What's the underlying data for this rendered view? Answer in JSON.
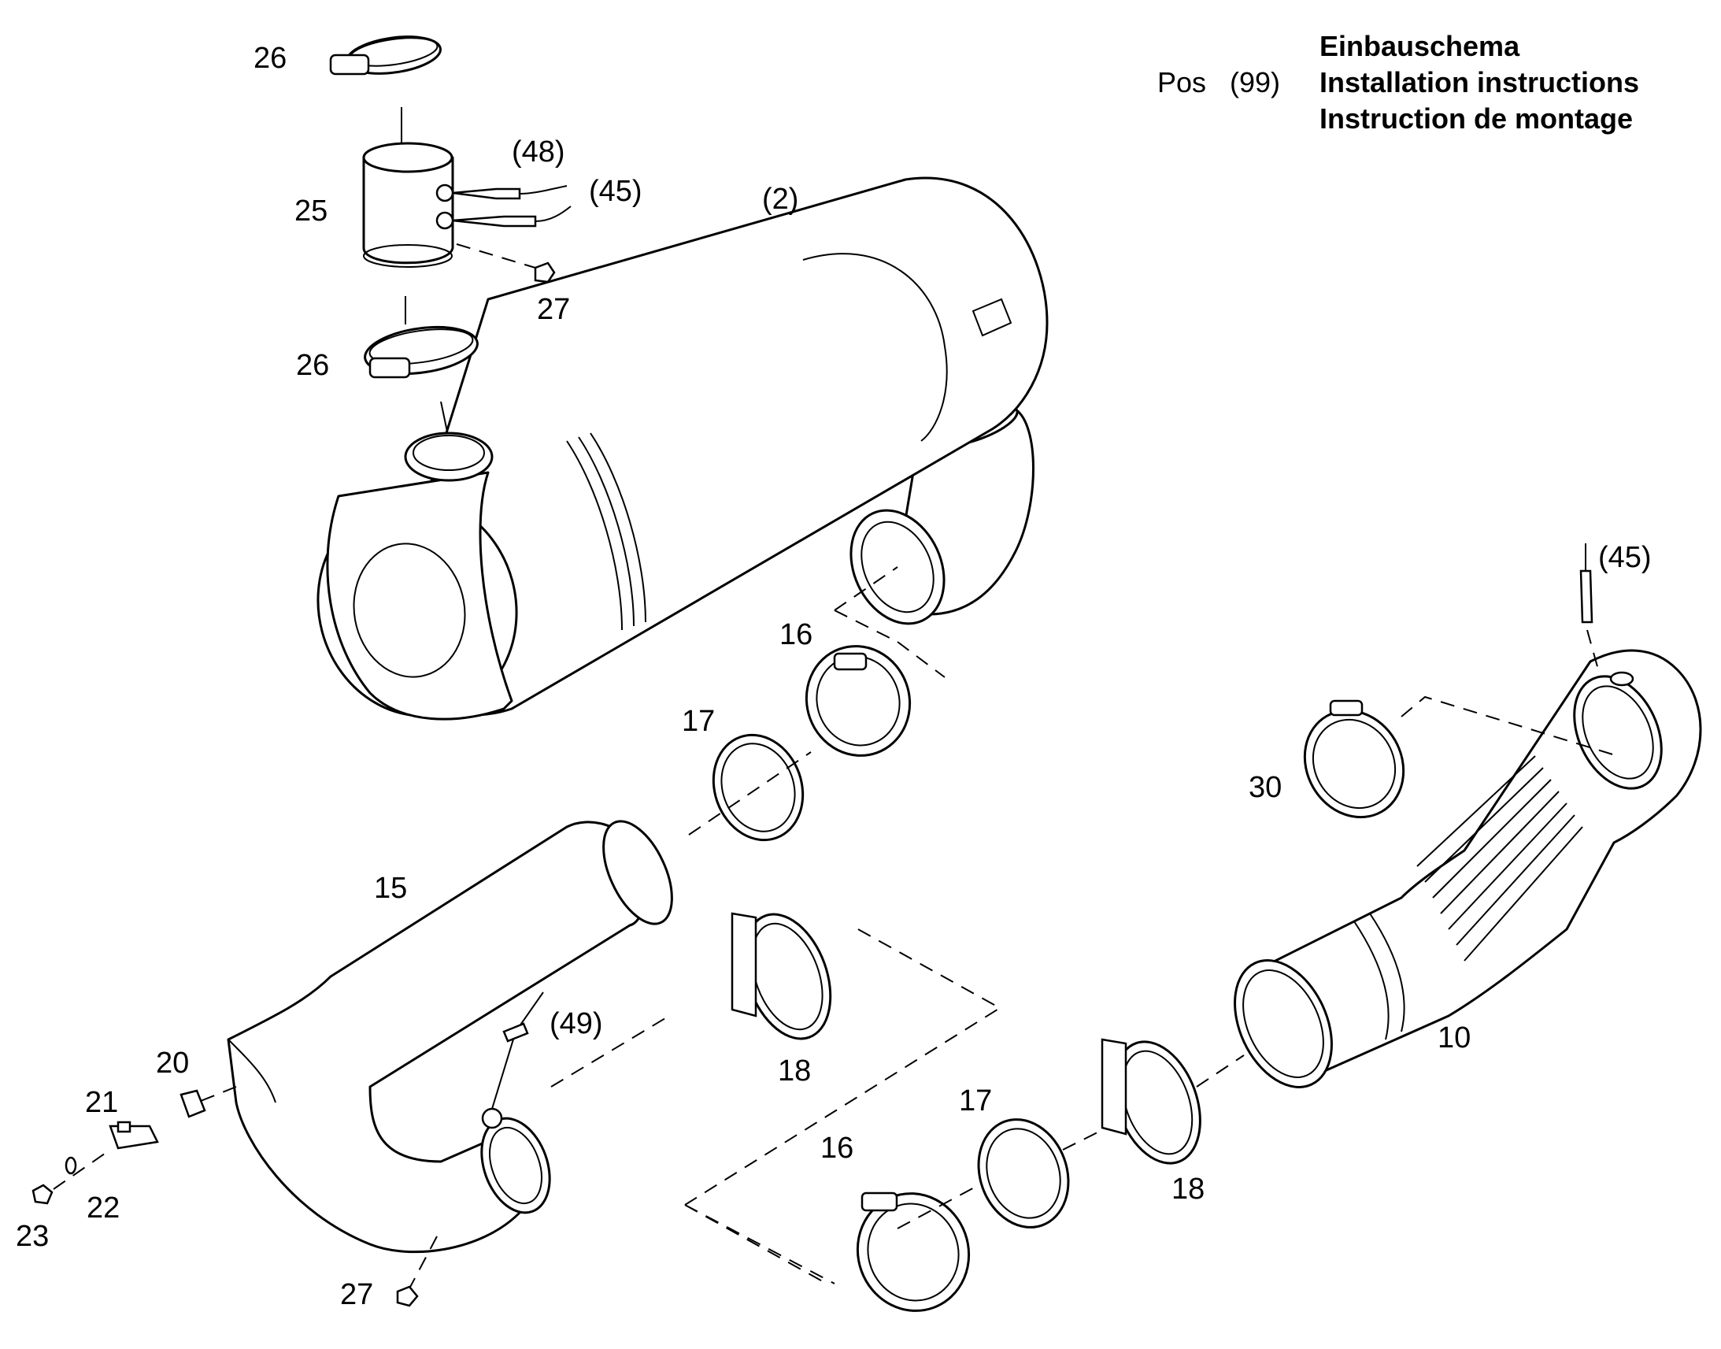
{
  "header": {
    "pos_label": "Pos",
    "pos_number": "(99)",
    "title_de": "Einbauschema",
    "title_en": "Installation instructions",
    "title_fr": "Instruction de montage"
  },
  "callouts": {
    "c26_top": "26",
    "c25": "25",
    "c48": "(48)",
    "c45_top": "(45)",
    "c27_top": "27",
    "c26_mid": "26",
    "c2": "(2)",
    "c45_right": "(45)",
    "c16_top": "16",
    "c17_top": "17",
    "c30": "30",
    "c15": "15",
    "c49": "(49)",
    "c20": "20",
    "c21": "21",
    "c22": "22",
    "c23": "23",
    "c18_left": "18",
    "c10": "10",
    "c17_bottom": "17",
    "c16_bottom": "16",
    "c18_right": "18",
    "c27_bottom": "27"
  }
}
